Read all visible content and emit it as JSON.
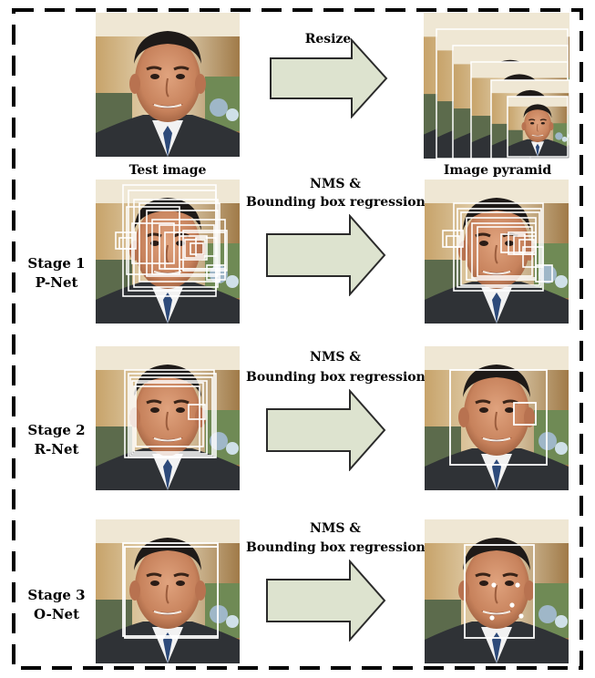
{
  "labels": {
    "resize": "Resize",
    "test_image": "Test image",
    "image_pyramid": "Image pyramid",
    "nms_line1": "NMS &",
    "nms_line2": "Bounding box regression"
  },
  "stages": [
    {
      "line1": "Stage 1",
      "line2": "P-Net"
    },
    {
      "line1": "Stage 2",
      "line2": "R-Net"
    },
    {
      "line1": "Stage 3",
      "line2": "O-Net"
    }
  ],
  "colors": {
    "arrow_fill": "#dde3cf",
    "arrow_stroke": "#2b2b2b",
    "box_stroke": "#ffffff",
    "frame_dash": "#000000"
  }
}
